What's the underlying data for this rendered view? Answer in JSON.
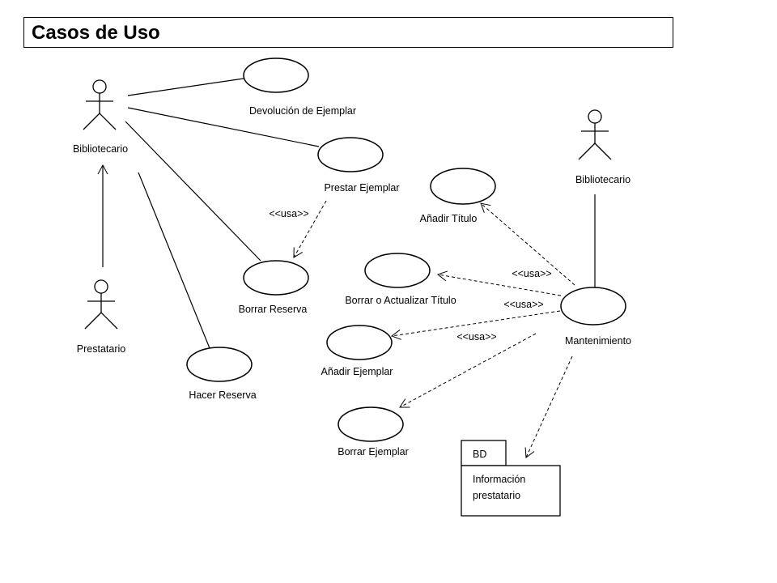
{
  "title": "Casos de Uso",
  "actors": [
    {
      "id": "bibliotecario_left",
      "label": "Bibliotecario"
    },
    {
      "id": "prestatario",
      "label": "Prestatario"
    },
    {
      "id": "bibliotecario_right",
      "label": "Bibliotecario"
    }
  ],
  "use_cases": [
    {
      "id": "devolucion",
      "label": "Devolución de Ejemplar"
    },
    {
      "id": "prestar",
      "label": "Prestar Ejemplar"
    },
    {
      "id": "borrar_reserva",
      "label": "Borrar Reserva"
    },
    {
      "id": "hacer_reserva",
      "label": "Hacer Reserva"
    },
    {
      "id": "anadir_titulo",
      "label": "Añadir Título"
    },
    {
      "id": "borrar_titulo",
      "label": "Borrar o Actualizar Título"
    },
    {
      "id": "mantenimiento",
      "label": "Mantenimiento"
    },
    {
      "id": "anadir_ejemplar",
      "label": "Añadir Ejemplar"
    },
    {
      "id": "borrar_ejemplar",
      "label": "Borrar Ejemplar"
    }
  ],
  "stereotypes": [
    {
      "id": "usa_prestar",
      "label": "<<usa>>"
    },
    {
      "id": "usa_anadir_titulo",
      "label": "<<usa>>"
    },
    {
      "id": "usa_borrar_titulo",
      "label": "<<usa>>"
    },
    {
      "id": "usa_anadir_ejemplar",
      "label": "<<usa>>"
    }
  ],
  "package": {
    "tab": "BD",
    "line1": "Información",
    "line2": "prestatario"
  }
}
